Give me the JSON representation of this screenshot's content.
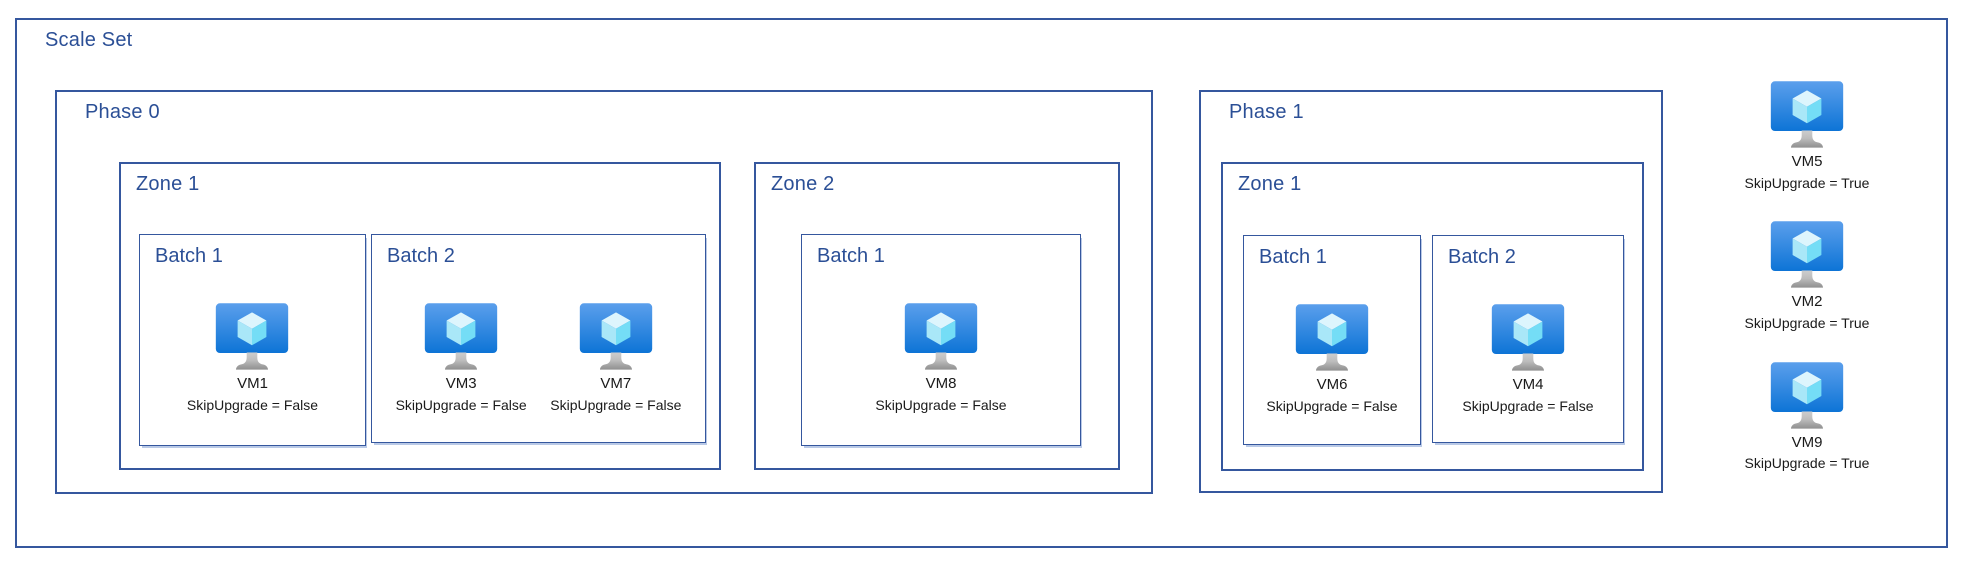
{
  "scale_set": {
    "title": "Scale Set",
    "phases": [
      {
        "label": "Phase 0",
        "zones": [
          {
            "label": "Zone 1",
            "batches": [
              {
                "label": "Batch 1",
                "vms": [
                  {
                    "name": "VM1",
                    "skip_label": "SkipUpgrade = False"
                  }
                ]
              },
              {
                "label": "Batch 2",
                "vms": [
                  {
                    "name": "VM3",
                    "skip_label": "SkipUpgrade = False"
                  },
                  {
                    "name": "VM7",
                    "skip_label": "SkipUpgrade = False"
                  }
                ]
              }
            ]
          },
          {
            "label": "Zone 2",
            "batches": [
              {
                "label": "Batch 1",
                "vms": [
                  {
                    "name": "VM8",
                    "skip_label": "SkipUpgrade = False"
                  }
                ]
              }
            ]
          }
        ]
      },
      {
        "label": "Phase 1",
        "zones": [
          {
            "label": "Zone 1",
            "batches": [
              {
                "label": "Batch 1",
                "vms": [
                  {
                    "name": "VM6",
                    "skip_label": "SkipUpgrade = False"
                  }
                ]
              },
              {
                "label": "Batch 2",
                "vms": [
                  {
                    "name": "VM4",
                    "skip_label": "SkipUpgrade = False"
                  }
                ]
              }
            ]
          }
        ]
      }
    ],
    "standalone_vms": [
      {
        "name": "VM5",
        "skip_label": "SkipUpgrade = True"
      },
      {
        "name": "VM2",
        "skip_label": "SkipUpgrade = True"
      },
      {
        "name": "VM9",
        "skip_label": "SkipUpgrade = True"
      }
    ],
    "icons": {
      "vm": "azure-virtual-machine-icon"
    },
    "colors": {
      "box_border": "#35579E",
      "box_label_text": "#2B4F96",
      "vm_text": "#1A1A1A",
      "icon_screen_top": "#5B9FEC",
      "icon_screen_bottom": "#0D74D6",
      "icon_cube_top": "#DDF5FD",
      "icon_cube_left": "#A9E7F8",
      "icon_cube_right": "#74DDF6",
      "icon_stand_light": "#CDCDCD",
      "icon_stand_dark": "#8F8F8F"
    }
  }
}
